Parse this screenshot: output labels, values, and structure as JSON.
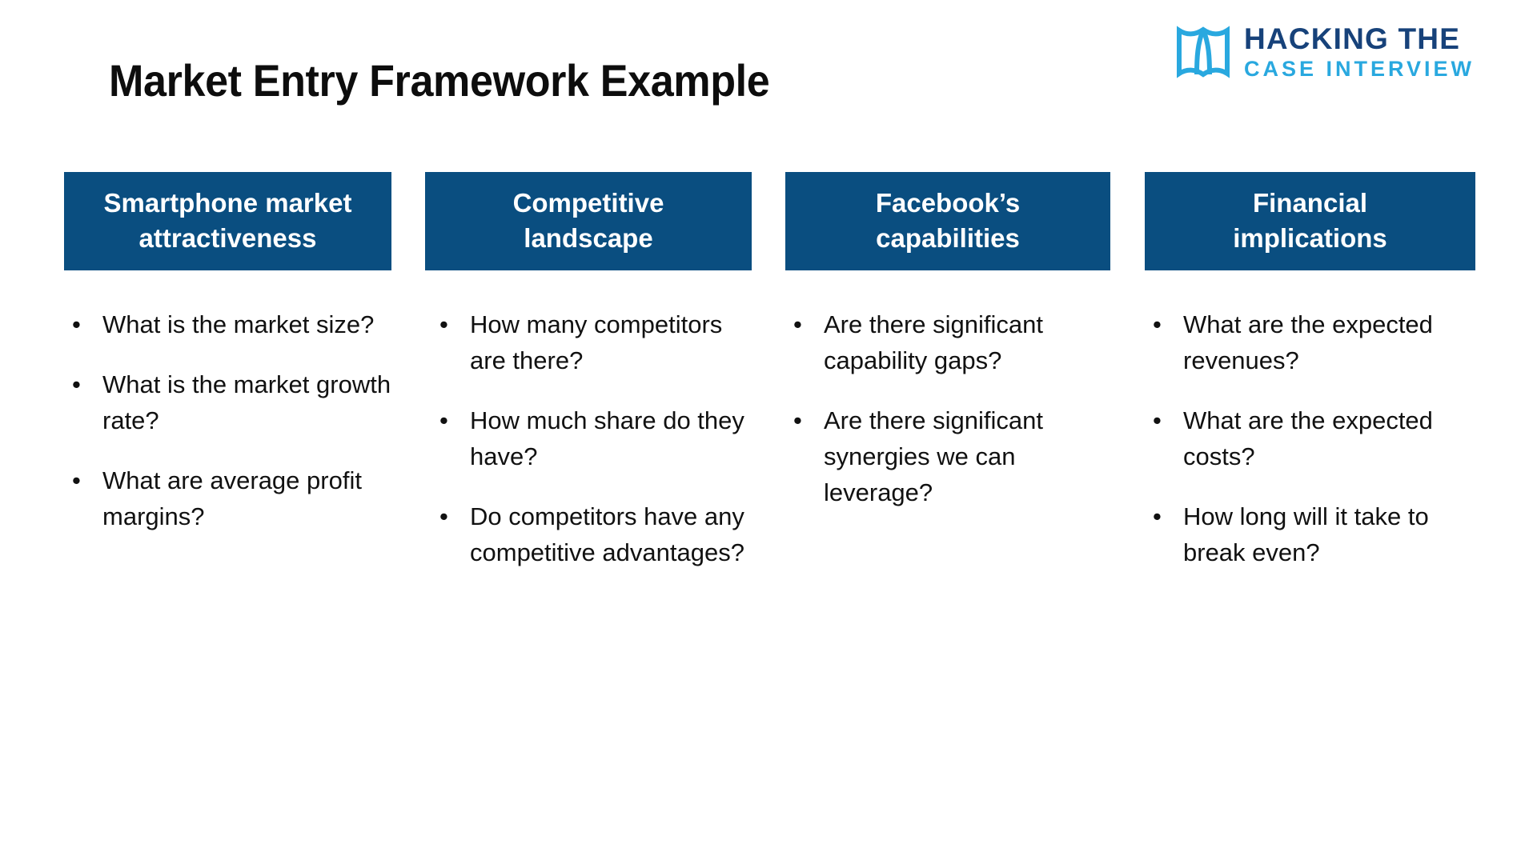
{
  "slide": {
    "title": "Market Entry Framework Example",
    "background_color": "#FFFFFF",
    "accent_color": "#0A4E80",
    "logo_navy": "#17427A",
    "logo_blue": "#29A8DF"
  },
  "logo": {
    "icon": "open-book-icon",
    "line1": "HACKING THE",
    "line2": "CASE INTERVIEW"
  },
  "columns": [
    {
      "header": "Smartphone market attractiveness",
      "header_lines": [
        "Smartphone market",
        "attractiveness"
      ],
      "bullets": [
        "What is the market size?",
        "What is the market growth rate?",
        "What are average profit margins?"
      ]
    },
    {
      "header": "Competitive landscape",
      "header_lines": [
        "Competitive",
        "landscape"
      ],
      "bullets": [
        "How many competitors are there?",
        "How much share do they have?",
        "Do competitors have any competitive advantages?"
      ]
    },
    {
      "header": "Facebook’s capabilities",
      "header_lines": [
        "Facebook’s",
        "capabilities"
      ],
      "bullets": [
        "Are there significant capability gaps?",
        "Are there significant synergies we can leverage?"
      ]
    },
    {
      "header": "Financial implications",
      "header_lines": [
        "Financial",
        "implications"
      ],
      "bullets": [
        "What are the expected revenues?",
        "What are the expected costs?",
        "How long will it take to break even?"
      ]
    }
  ],
  "bullet_glyph": "•"
}
